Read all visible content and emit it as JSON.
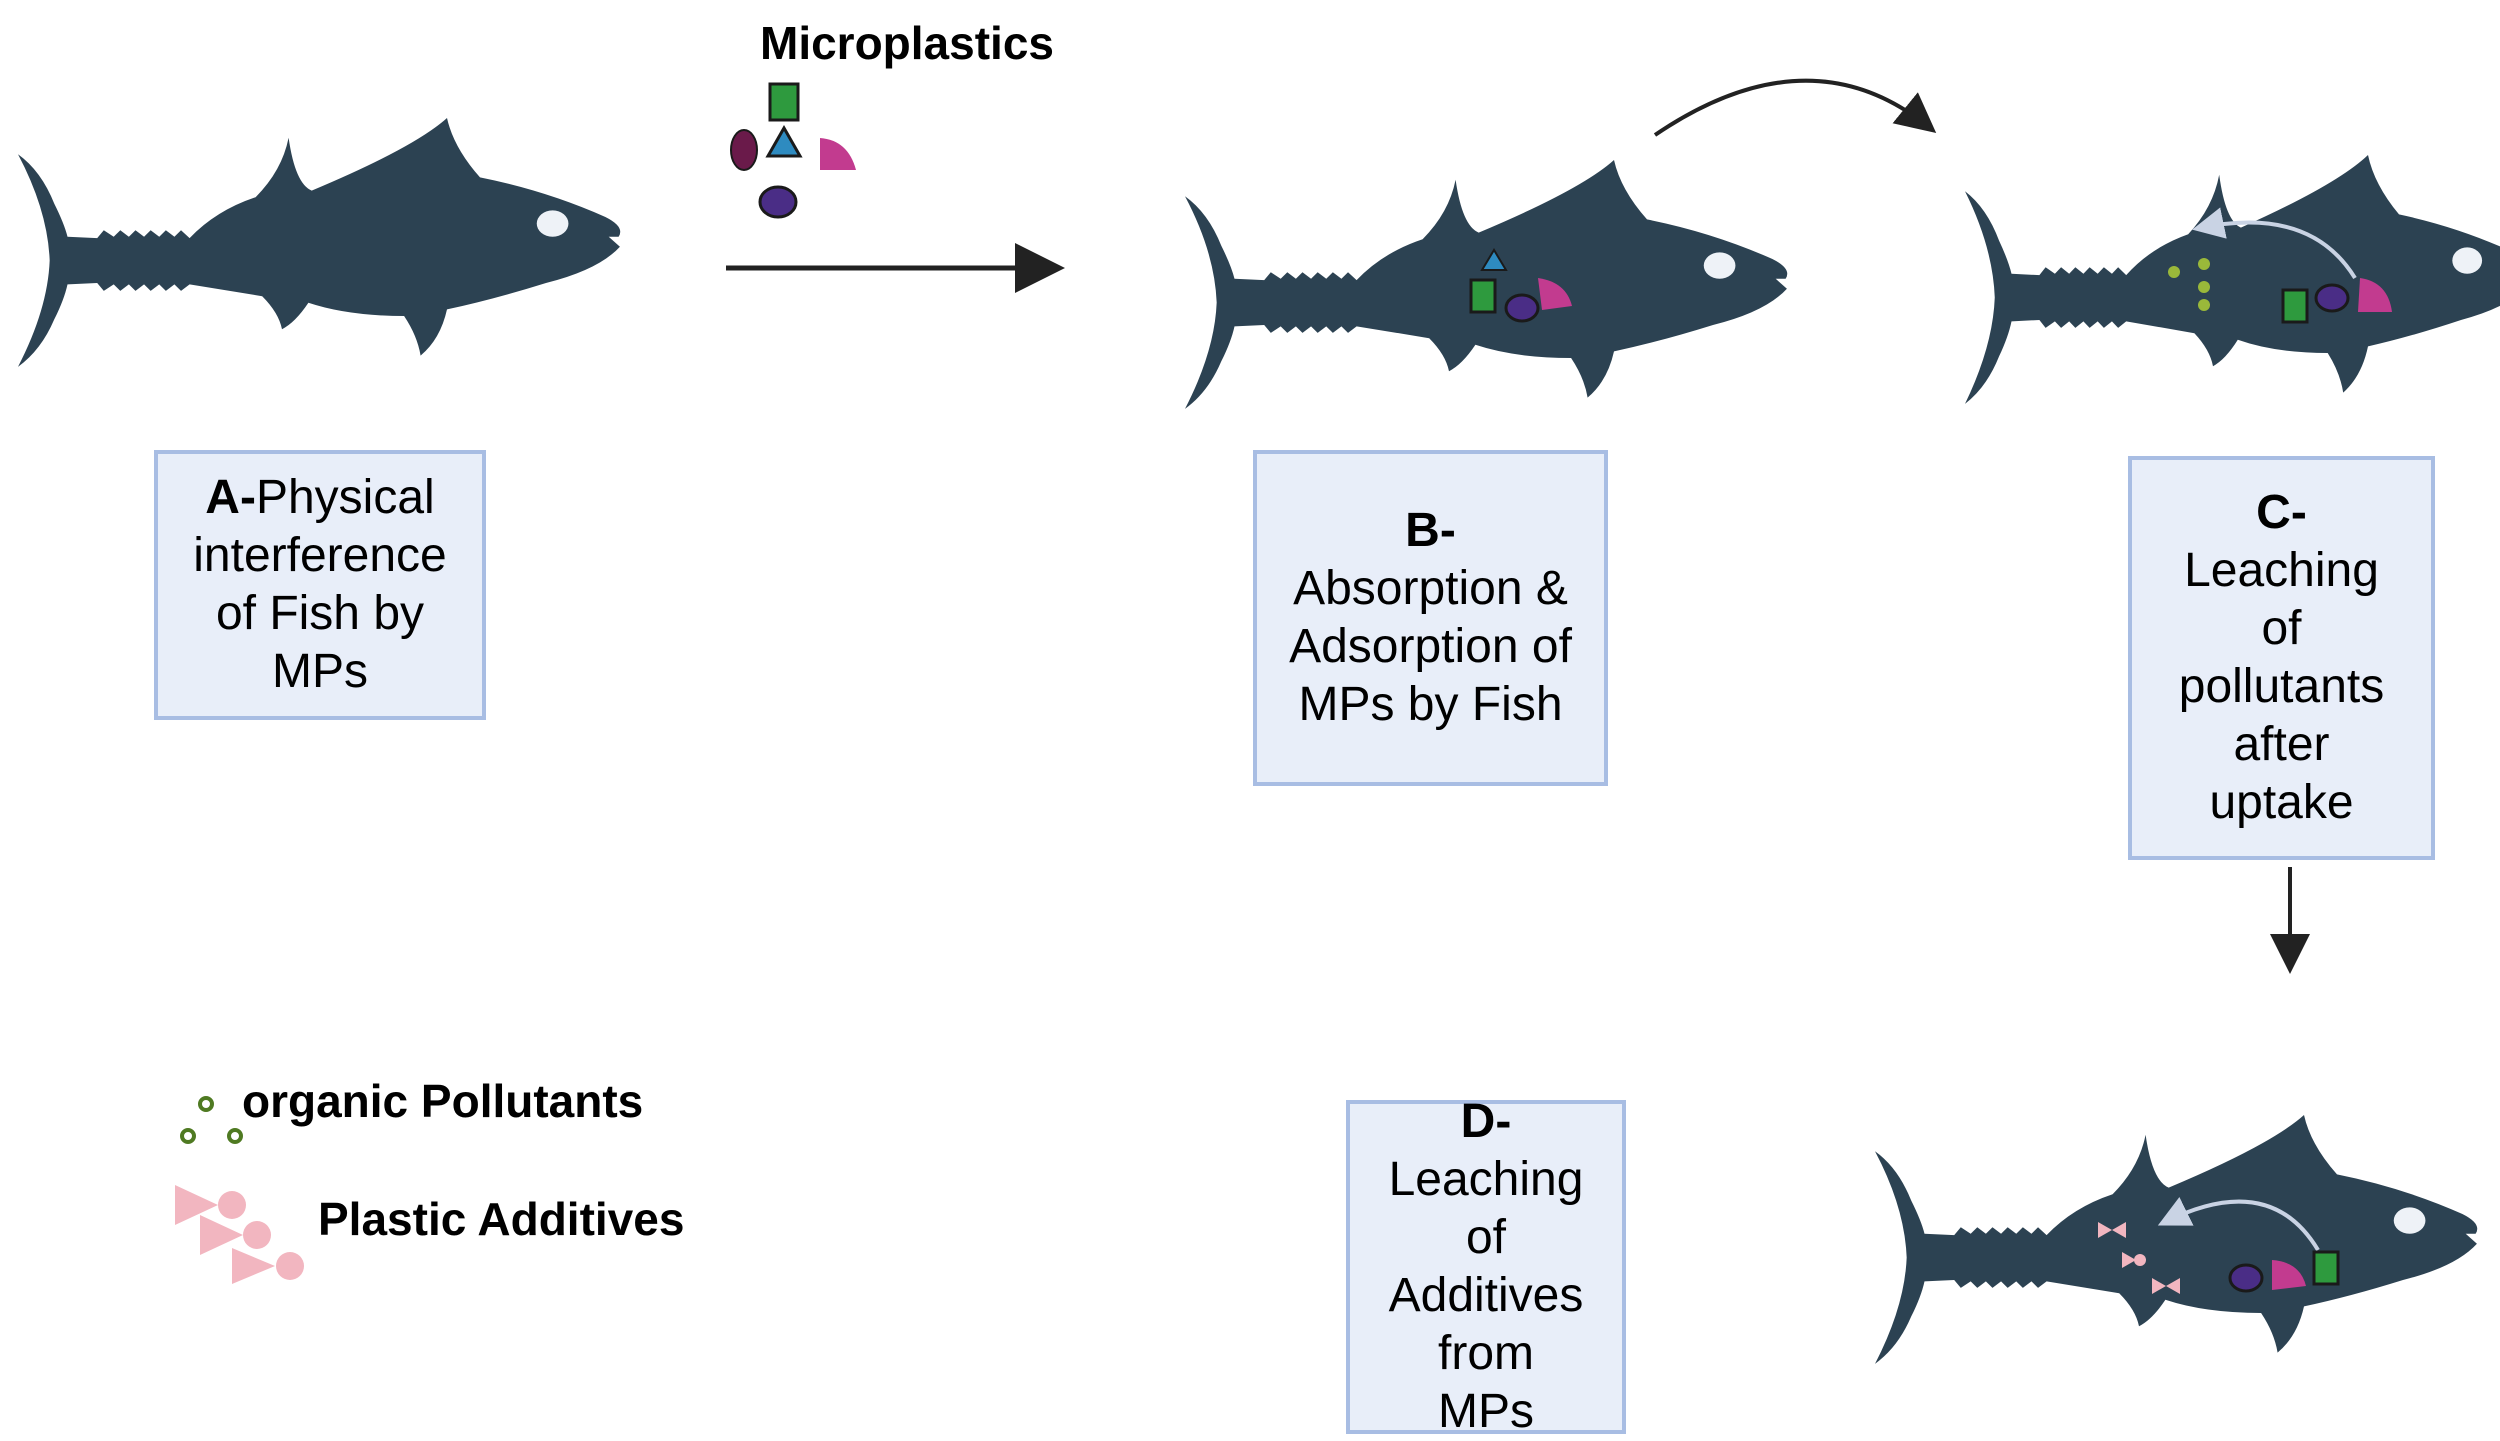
{
  "microplastics_label": "Microplastics",
  "stages": {
    "a": {
      "letter": "A-",
      "text": "Physical interference of Fish by MPs"
    },
    "b": {
      "letter": "B-",
      "text": "Absorption & Adsorption of MPs by Fish"
    },
    "c": {
      "letter": "C-",
      "text": "Leaching of pollutants after uptake"
    },
    "d": {
      "letter": "D-",
      "text": "Leaching of Additives from MPs"
    }
  },
  "legend": {
    "organic": "organic Pollutants",
    "additives": "Plastic Additives"
  },
  "colors": {
    "fish": "#2c4252",
    "fish_eye": "#eef2f7",
    "box_fill": "#e8eef9",
    "box_border": "#a8bde3",
    "mp_green": "#2e9a3e",
    "mp_blue": "#2e8bc0",
    "mp_purple": "#4a2d86",
    "mp_maroon": "#6a1a4a",
    "mp_magenta": "#c23b8f",
    "pollutant": "#9ab83a",
    "additive": "#f2b6c0",
    "arrow": "#222222"
  }
}
